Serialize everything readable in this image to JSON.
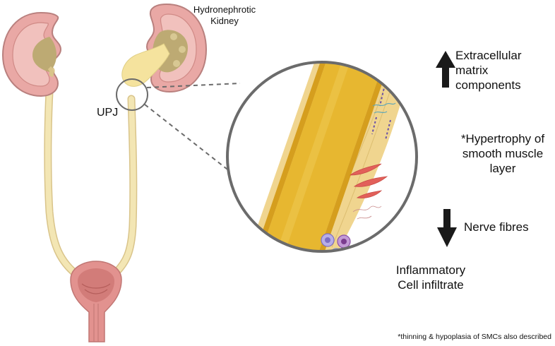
{
  "labels": {
    "hydronephrotic_line1": "Hydronephrotic",
    "hydronephrotic_line2": "Kidney",
    "upj": "UPJ",
    "ecm_line1": "Extracellular",
    "ecm_line2": "matrix",
    "ecm_line3": "components",
    "hypertrophy_line1": "*Hypertrophy of",
    "hypertrophy_line2": "smooth muscle",
    "hypertrophy_line3": "layer",
    "nerve": "Nerve fibres",
    "inflam_line1": "Inflammatory",
    "inflam_line2": "Cell infiltrate",
    "footnote": "*thinning & hypoplasia of SMCs also described"
  },
  "colors": {
    "kidney": "#e9a8a5",
    "kidney_outline": "#b9807e",
    "renal_pelvis": "#bdaa73",
    "dilated_pelvis": "#f5e39e",
    "ureter": "#f3e6b4",
    "bladder": "#e2928f",
    "bladder_inner": "#c76e6b",
    "lumen": "#e7b730",
    "wall": "#f0d58f",
    "circle_border": "#6b6b6b",
    "arrow": "#1a1a1a",
    "smooth_muscle": "#e2605a",
    "inflammatory_cell": "#9b8ed6"
  },
  "icons": [
    "up-arrow-icon",
    "down-arrow-icon"
  ]
}
